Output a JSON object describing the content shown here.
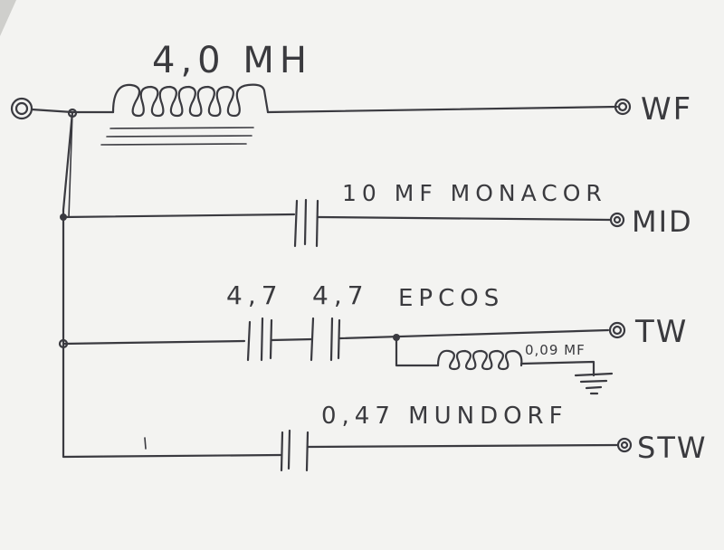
{
  "components": {
    "inductor_main": "4,0 MH",
    "cap_mid": "10 MF MONACOR",
    "cap_tw_1": "4,7",
    "cap_tw_2": "4,7",
    "cap_tw_brand": "EPCOS",
    "inductor_tw": "0,09 MF",
    "cap_stw": "0,47 MUNDORF"
  },
  "outputs": {
    "wf": "WF",
    "mid": "MID",
    "tw": "TW",
    "stw": "STW"
  },
  "colors": {
    "paper": "#f3f3f1",
    "ink": "#3a3a40"
  }
}
